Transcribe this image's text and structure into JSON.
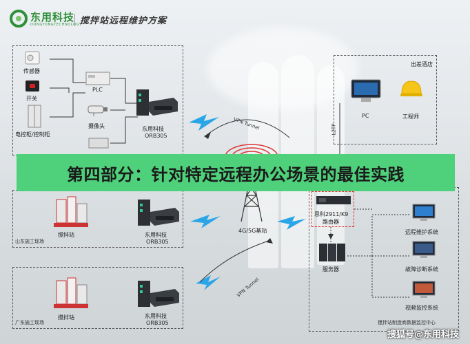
{
  "header": {
    "brand": "东用科技",
    "brand_en": "DONGYONGTECHNOLOGY",
    "title": "搅拌站远程维护方案"
  },
  "banner": "第四部分：针对特定远程办公场景的最佳实践",
  "site_top": {
    "sensor": "传感器",
    "switch": "开关",
    "cabinet": "电控柜/控制柜",
    "plc": "PLC",
    "camera": "摄像头",
    "router_brand": "东用科技",
    "router_model": "ORB305"
  },
  "site_shandong": {
    "location": "山东施工现场",
    "plant": "搅拌站",
    "router_brand": "东用科技",
    "router_model": "ORB305"
  },
  "site_guangdong": {
    "location": "广东施工现场",
    "plant": "搅拌站",
    "router_brand": "东用科技",
    "router_model": "ORB305"
  },
  "hotel": {
    "title": "出差酒店",
    "pc": "PC",
    "engineer": "工程师",
    "tunnel": "L2TP"
  },
  "center": {
    "tower": "4G/5G基站",
    "tunnel_top": "VPN Tunnel",
    "tunnel_bottom": "VPN Tunnel",
    "router_line1": "思科2911/K9",
    "router_line2": "路由器",
    "server": "服务器",
    "remote": "远程维护系统",
    "diagnosis": "故障诊断系统",
    "video": "视频监控系统",
    "datacenter": "搅拌站制造商数据监控中心"
  },
  "watermark": "搜狐号@东用科技",
  "colors": {
    "brand_green": "#2f8f3a",
    "banner_green": "#4fd07b",
    "signal_blue": "#2aa6e8"
  }
}
